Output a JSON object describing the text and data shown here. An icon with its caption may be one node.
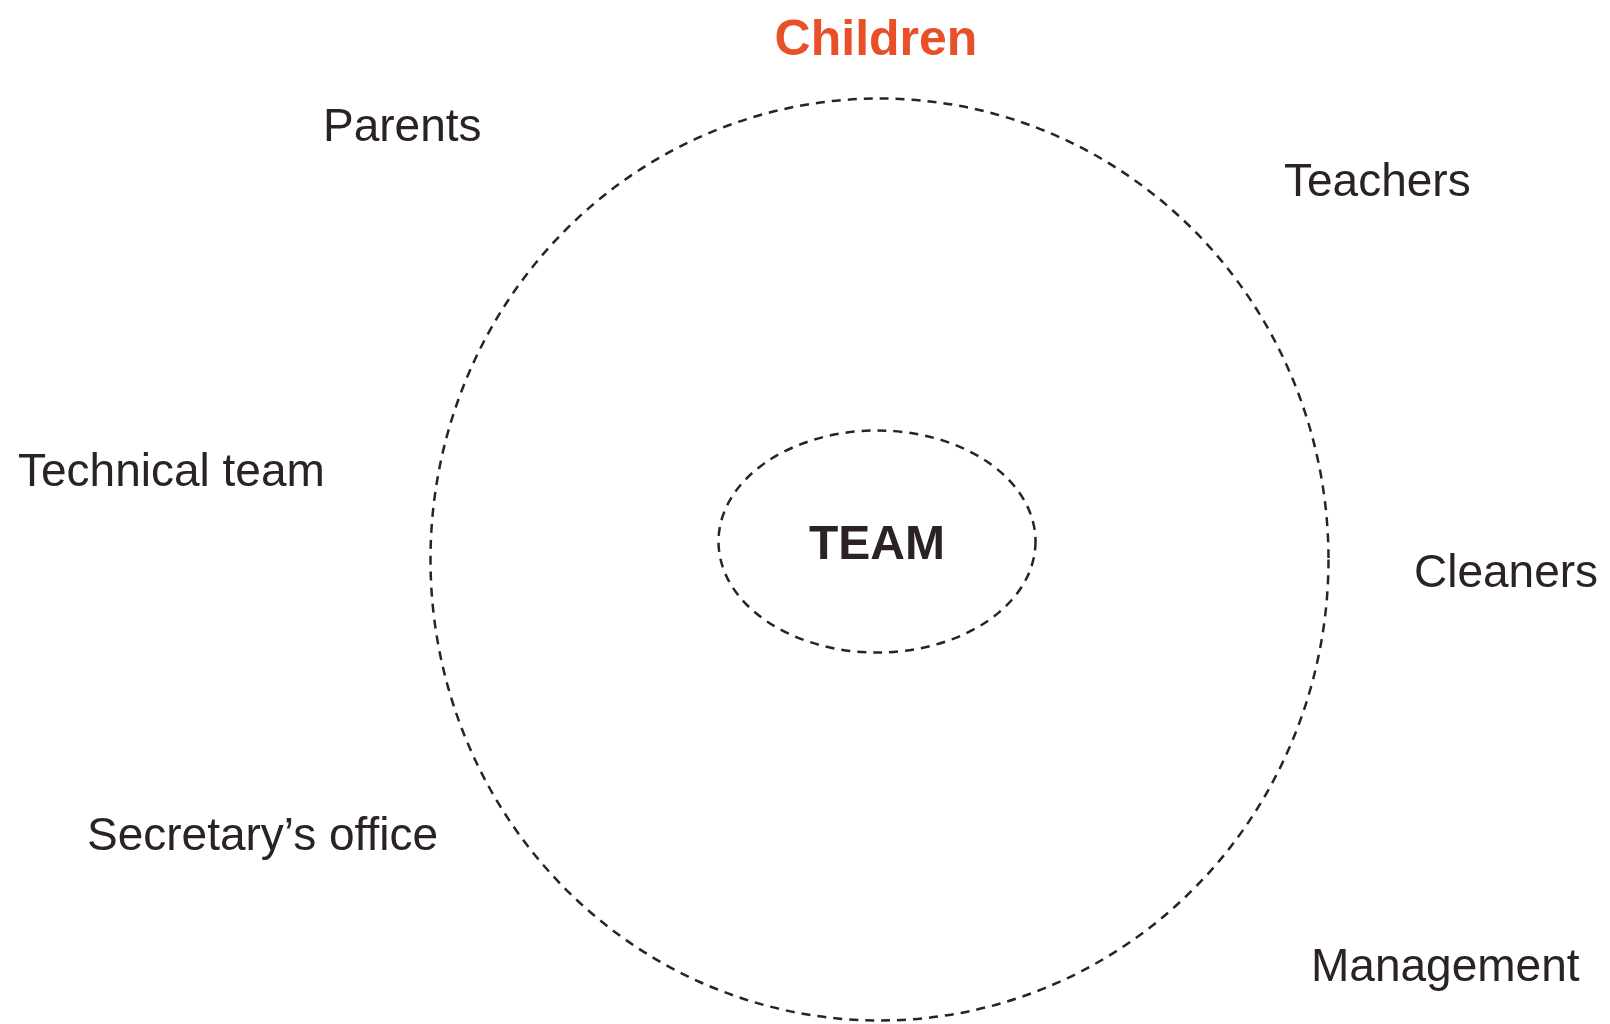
{
  "diagram": {
    "nodes": [
      {
        "text": [],
        "shape": "circle"
      },
      {
        "text": [
          "TEAM"
        ],
        "in": 0
      }
    ],
    "edges": [],
    "labels": [
      "Children",
      "Parents",
      "Teachers",
      "Technical team",
      "Cleaners",
      "Secretary’s office",
      "Management"
    ]
  }
}
